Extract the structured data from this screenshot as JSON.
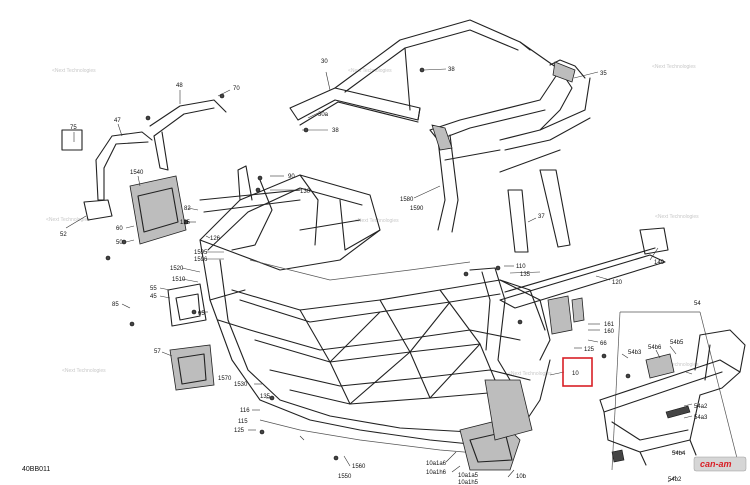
{
  "reference_code": "40BB011",
  "brand": "can-am",
  "watermark_text": "<Next Technologies",
  "highlighted_part": "10",
  "callouts": [
    {
      "id": "38a",
      "label": "38"
    },
    {
      "id": "30",
      "label": "30"
    },
    {
      "id": "30a",
      "label": "30a"
    },
    {
      "id": "38b",
      "label": "38"
    },
    {
      "id": "35",
      "label": "35"
    },
    {
      "id": "48",
      "label": "48"
    },
    {
      "id": "70",
      "label": "70"
    },
    {
      "id": "47",
      "label": "47"
    },
    {
      "id": "75",
      "label": "75"
    },
    {
      "id": "1540",
      "label": "1540"
    },
    {
      "id": "52",
      "label": "52"
    },
    {
      "id": "60a",
      "label": "60"
    },
    {
      "id": "50",
      "label": "50"
    },
    {
      "id": "90",
      "label": "90"
    },
    {
      "id": "130",
      "label": "130"
    },
    {
      "id": "82",
      "label": "82"
    },
    {
      "id": "125a",
      "label": "125"
    },
    {
      "id": "126",
      "label": "126"
    },
    {
      "id": "1595",
      "label": "1595"
    },
    {
      "id": "1596",
      "label": "1596"
    },
    {
      "id": "1520",
      "label": "1520"
    },
    {
      "id": "1510",
      "label": "1510"
    },
    {
      "id": "55",
      "label": "55"
    },
    {
      "id": "45",
      "label": "45"
    },
    {
      "id": "85",
      "label": "85"
    },
    {
      "id": "65",
      "label": "65"
    },
    {
      "id": "57",
      "label": "57"
    },
    {
      "id": "1580",
      "label": "1580"
    },
    {
      "id": "1590",
      "label": "1590"
    },
    {
      "id": "37",
      "label": "37"
    },
    {
      "id": "140",
      "label": "140"
    },
    {
      "id": "110",
      "label": "110"
    },
    {
      "id": "135a",
      "label": "135"
    },
    {
      "id": "120",
      "label": "120"
    },
    {
      "id": "161",
      "label": "161"
    },
    {
      "id": "160",
      "label": "160"
    },
    {
      "id": "66",
      "label": "66"
    },
    {
      "id": "125b",
      "label": "125"
    },
    {
      "id": "54",
      "label": "54"
    },
    {
      "id": "54b6",
      "label": "54b6"
    },
    {
      "id": "54b5",
      "label": "54b5"
    },
    {
      "id": "54b3",
      "label": "54b3"
    },
    {
      "id": "54a2",
      "label": "54a2"
    },
    {
      "id": "54a3",
      "label": "54a3"
    },
    {
      "id": "54b4",
      "label": "54b4"
    },
    {
      "id": "54b2",
      "label": "54b2"
    },
    {
      "id": "10",
      "label": "10"
    },
    {
      "id": "1530",
      "label": "1530"
    },
    {
      "id": "1570",
      "label": "1570"
    },
    {
      "id": "135b",
      "label": "135"
    },
    {
      "id": "116",
      "label": "116"
    },
    {
      "id": "115",
      "label": "115"
    },
    {
      "id": "125c",
      "label": "125"
    },
    {
      "id": "1560",
      "label": "1560"
    },
    {
      "id": "1550",
      "label": "1550"
    },
    {
      "id": "10a1a6",
      "label": "10a1a6"
    },
    {
      "id": "10a1h6",
      "label": "10a1h6"
    },
    {
      "id": "10a1a5",
      "label": "10a1a5"
    },
    {
      "id": "10a1h5",
      "label": "10a1h5"
    },
    {
      "id": "10b",
      "label": "10b"
    }
  ]
}
